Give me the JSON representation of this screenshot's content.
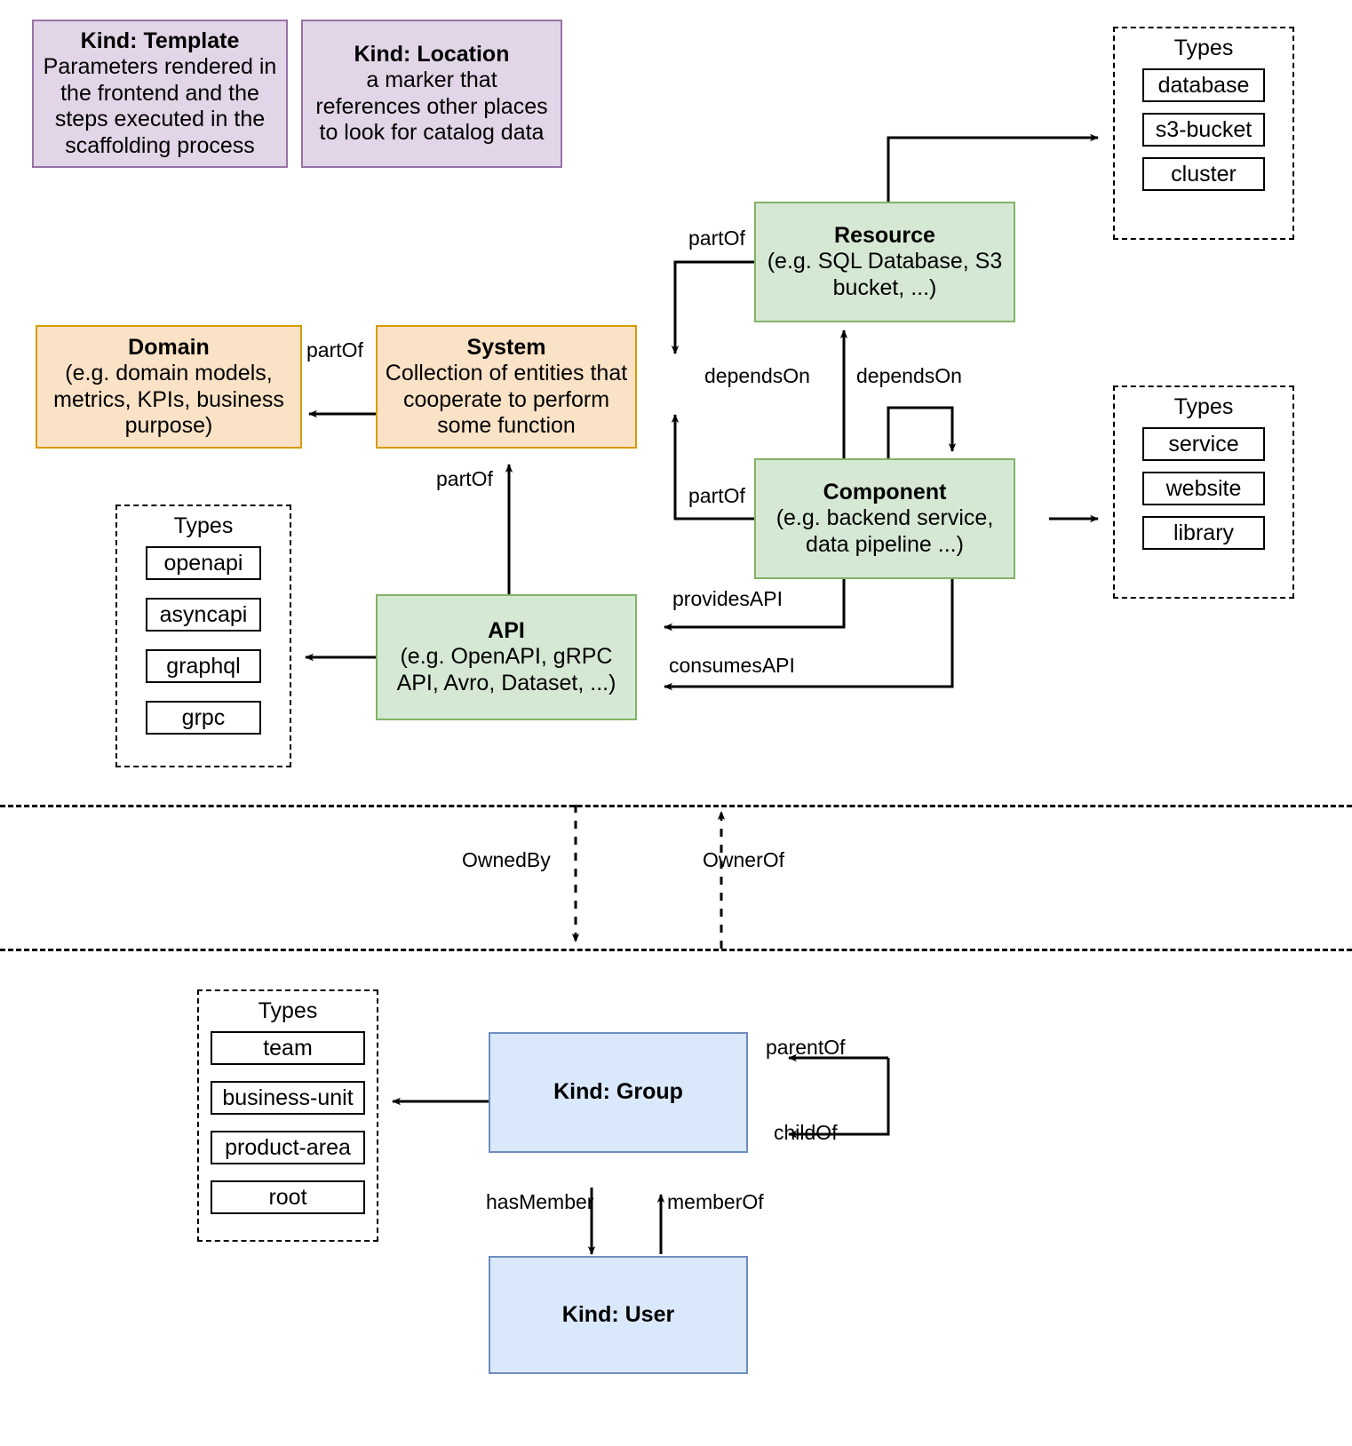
{
  "diagram": {
    "title": "Backstage Catalog Entity Model",
    "colors": {
      "purple_fill": "#e1d5e7",
      "purple_stroke": "#9673a6",
      "orange_fill": "#fae2c6",
      "orange_stroke": "#d79b00",
      "green_fill": "#d5e8d4",
      "green_stroke": "#82b366",
      "blue_fill": "#dae8fc",
      "blue_stroke": "#6c8ebf",
      "line": "#000000"
    }
  },
  "nodes": {
    "template": {
      "title": "Kind: Template",
      "subtitle": "Parameters rendered in the frontend and the steps executed in  the scaffolding process"
    },
    "location": {
      "title": "Kind: Location",
      "subtitle": "a marker that references other places to look for catalog data"
    },
    "domain": {
      "title": "Domain",
      "subtitle": "(e.g.  domain models, metrics, KPIs, business purpose)"
    },
    "system": {
      "title": "System",
      "subtitle": "Collection of entities that cooperate to perform some function"
    },
    "resource": {
      "title": "Resource",
      "subtitle": "(e.g. SQL Database, S3 bucket, ...)"
    },
    "component": {
      "title": "Component",
      "subtitle": "(e.g. backend service, data pipeline ...)"
    },
    "api": {
      "title": "API",
      "subtitle": "(e.g. OpenAPI, gRPC API, Avro, Dataset, ...)"
    },
    "group": {
      "title": "Kind: Group",
      "subtitle": ""
    },
    "user": {
      "title": "Kind: User",
      "subtitle": ""
    }
  },
  "type_groups": {
    "resource_types": {
      "heading": "Types",
      "items": [
        "database",
        "s3-bucket",
        "cluster"
      ]
    },
    "component_types": {
      "heading": "Types",
      "items": [
        "service",
        "website",
        "library"
      ]
    },
    "api_types": {
      "heading": "Types",
      "items": [
        "openapi",
        "asyncapi",
        "graphql",
        "grpc"
      ]
    },
    "group_types": {
      "heading": "Types",
      "items": [
        "team",
        "business-unit",
        "product-area",
        "root"
      ]
    }
  },
  "edge_labels": {
    "system_partof_domain": "partOf",
    "resource_partof_system": "partOf",
    "component_partof_system": "partOf",
    "api_partof_system": "partOf",
    "component_dependson_resource": "dependsOn",
    "component_dependson_component": "dependsOn",
    "component_providesapi": "providesAPI",
    "component_consumesapi": "consumesAPI",
    "ownedby": "OwnedBy",
    "ownerof": "OwnerOf",
    "group_parentof": "parentOf",
    "group_childof": "childOf",
    "group_hasmember": "hasMember",
    "user_memberof": "memberOf"
  }
}
